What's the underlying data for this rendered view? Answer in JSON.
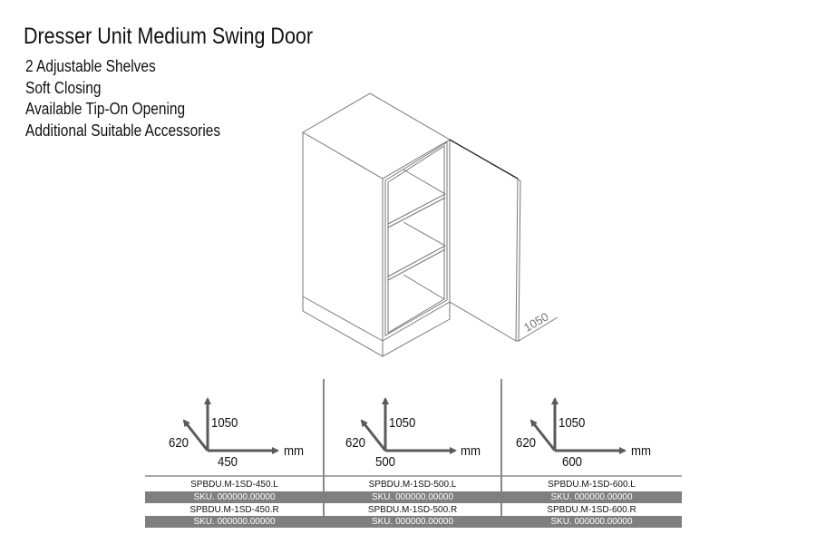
{
  "title": "Dresser Unit Medium Swing Door",
  "features": [
    "2 Adjustable Shelves",
    "Soft Closing",
    "Available Tip-On Opening",
    "Additional Suitable Accessories"
  ],
  "drawing": {
    "height_label": "1050"
  },
  "variants": [
    {
      "height": "1050",
      "depth": "620",
      "width": "450",
      "unit": "mm",
      "code_left": "SPBDU.M-1SD-450.L",
      "sku_left": "SKU. 000000.00000",
      "code_right": "SPBDU.M-1SD-450.R",
      "sku_right": "SKU. 000000.00000"
    },
    {
      "height": "1050",
      "depth": "620",
      "width": "500",
      "unit": "mm",
      "code_left": "SPBDU.M-1SD-500.L",
      "sku_left": "SKU. 000000.00000",
      "code_right": "SPBDU.M-1SD-500.R",
      "sku_right": "SKU. 000000.00000"
    },
    {
      "height": "1050",
      "depth": "620",
      "width": "600",
      "unit": "mm",
      "code_left": "SPBDU.M-1SD-600.L",
      "sku_left": "SKU. 000000.00000",
      "code_right": "SPBDU.M-1SD-600.R",
      "sku_right": "SKU. 000000.00000"
    }
  ],
  "colors": {
    "sku_bar": "#7f7f7f",
    "arrow": "#5a5a5a",
    "line": "#8a8a8a"
  }
}
